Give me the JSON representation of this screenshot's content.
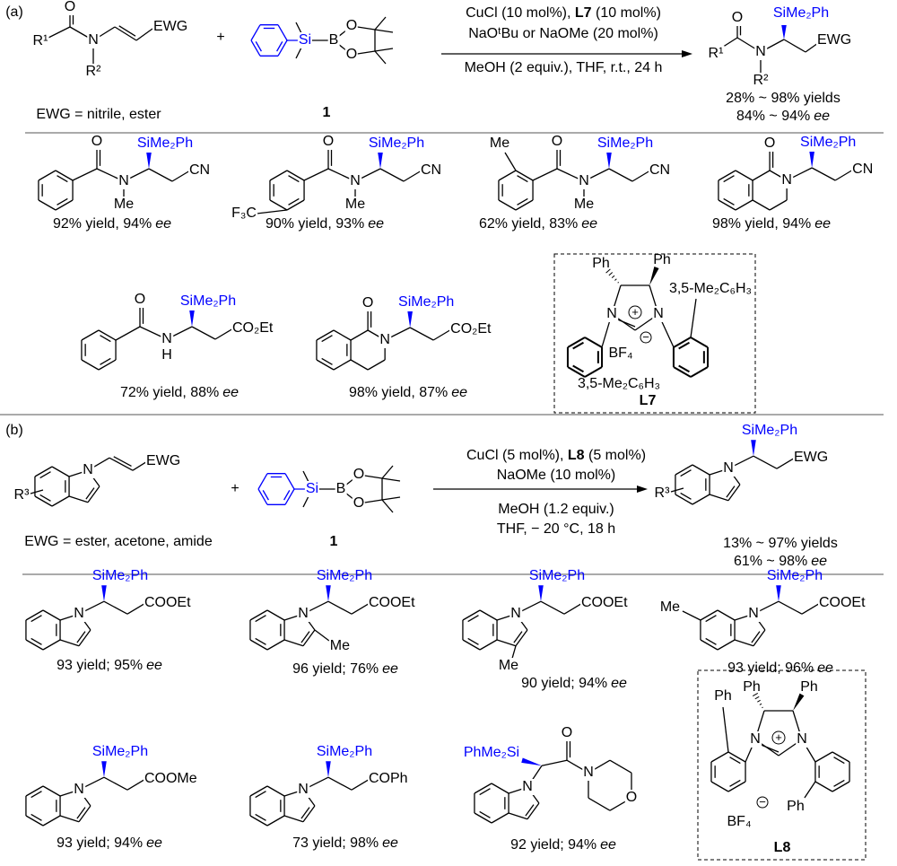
{
  "colors": {
    "silyl_blue": "#0000ff",
    "text": "#000000"
  },
  "panel_a": {
    "label": "(a)",
    "reactant": {
      "o": "O",
      "r1": "R¹",
      "n": "N",
      "r2": "R²",
      "ewg": "EWG"
    },
    "ewg_definition": "EWG = nitrile, ester",
    "plus": "+",
    "reagent": {
      "si": "Si",
      "b": "B",
      "o": "O",
      "number": "1"
    },
    "conditions": {
      "catalyst": "CuCl (10 mol%), ",
      "ligand": "L7",
      "ligand_loading": " (10 mol%)",
      "base": "NaOᵗBu or NaOMe (20 mol%)",
      "solvent": "MeOH (2 equiv.), THF, r.t., 24 h"
    },
    "product": {
      "o": "O",
      "r1": "R¹",
      "n": "N",
      "r2": "R²",
      "silyl": "SiMe₂Ph",
      "ewg": "EWG",
      "yields": "28% ~ 98% yields",
      "ee_value": "84% ~ 94%",
      "ee": "ee"
    },
    "examples": [
      {
        "silyl": "SiMe₂Ph",
        "o": "O",
        "n": "N",
        "n_sub": "Me",
        "tail": "CN",
        "yield": "92% yield, 94%",
        "ee": "ee"
      },
      {
        "silyl": "SiMe₂Ph",
        "o": "O",
        "n": "N",
        "n_sub": "Me",
        "tail": "CN",
        "aryl_sub": "F₃C",
        "yield": "90% yield, 93%",
        "ee": "ee"
      },
      {
        "silyl": "SiMe₂Ph",
        "o": "O",
        "n": "N",
        "n_sub": "Me",
        "tail": "CN",
        "aryl_sub": "Me",
        "yield": "62% yield, 83%",
        "ee": "ee"
      },
      {
        "silyl": "SiMe₂Ph",
        "o": "O",
        "n": "N",
        "tail": "CN",
        "yield": "98% yield, 94%",
        "ee": "ee"
      },
      {
        "silyl": "SiMe₂Ph",
        "o": "O",
        "n": "N",
        "n_sub": "H",
        "tail": "CO₂Et",
        "yield": "72% yield, 88%",
        "ee": "ee"
      },
      {
        "silyl": "SiMe₂Ph",
        "o": "O",
        "n": "N",
        "tail": "CO₂Et",
        "yield": "98% yield, 87%",
        "ee": "ee"
      }
    ],
    "ligand": {
      "name": "L7",
      "ph1": "Ph",
      "ph2": "Ph",
      "n1": "N",
      "n2": "N",
      "charge_plus": "+",
      "counterion": "BF₄",
      "charge_minus": "−",
      "aryl1": "3,5-Me₂C₆H₃",
      "aryl2": "3,5-Me₂C₆H₃"
    }
  },
  "panel_b": {
    "label": "(b)",
    "reactant": {
      "r3": "R³",
      "n": "N",
      "ewg": "EWG"
    },
    "ewg_definition": "EWG = ester, acetone, amide",
    "plus": "+",
    "reagent": {
      "si": "Si",
      "b": "B",
      "o": "O",
      "number": "1"
    },
    "conditions": {
      "catalyst": "CuCl (5 mol%), ",
      "ligand": "L8",
      "ligand_loading": " (5 mol%)",
      "base": "NaOMe (10 mol%)",
      "additive": "MeOH (1.2 equiv.)",
      "solvent": "THF, − 20 °C, 18 h"
    },
    "product": {
      "r3": "R³",
      "n": "N",
      "silyl": "SiMe₂Ph",
      "ewg": "EWG",
      "yields": "13% ~ 97% yields",
      "ee_value": "61% ~ 98%",
      "ee": "ee"
    },
    "examples": [
      {
        "silyl": "SiMe₂Ph",
        "n": "N",
        "tail": "COOEt",
        "yield": "93 yield; 95%",
        "ee": "ee"
      },
      {
        "silyl": "SiMe₂Ph",
        "n": "N",
        "tail": "COOEt",
        "sub": "Me",
        "yield": "96 yield; 76%",
        "ee": "ee"
      },
      {
        "silyl": "SiMe₂Ph",
        "n": "N",
        "tail": "COOEt",
        "sub": "Me",
        "yield": "90 yield; 94%",
        "ee": "ee"
      },
      {
        "silyl": "SiMe₂Ph",
        "n": "N",
        "tail": "COOEt",
        "sub": "Me",
        "yield": "93 yield; 96%",
        "ee": "ee"
      },
      {
        "silyl": "SiMe₂Ph",
        "n": "N",
        "tail": "COOMe",
        "yield": "93 yield; 94%",
        "ee": "ee"
      },
      {
        "silyl": "SiMe₂Ph",
        "n": "N",
        "tail": "COPh",
        "yield": "73 yield; 98%",
        "ee": "ee"
      },
      {
        "silyl": "PhMe₂Si",
        "n": "N",
        "o": "O",
        "amide_n": "N",
        "ring_o": "O",
        "yield": "92 yield; 94%",
        "ee": "ee"
      }
    ],
    "ligand": {
      "name": "L8",
      "ph1": "Ph",
      "ph2": "Ph",
      "ph3": "Ph",
      "ph4": "Ph",
      "n1": "N",
      "n2": "N",
      "charge_plus": "+",
      "counterion": "BF₄",
      "charge_minus": "−"
    }
  }
}
